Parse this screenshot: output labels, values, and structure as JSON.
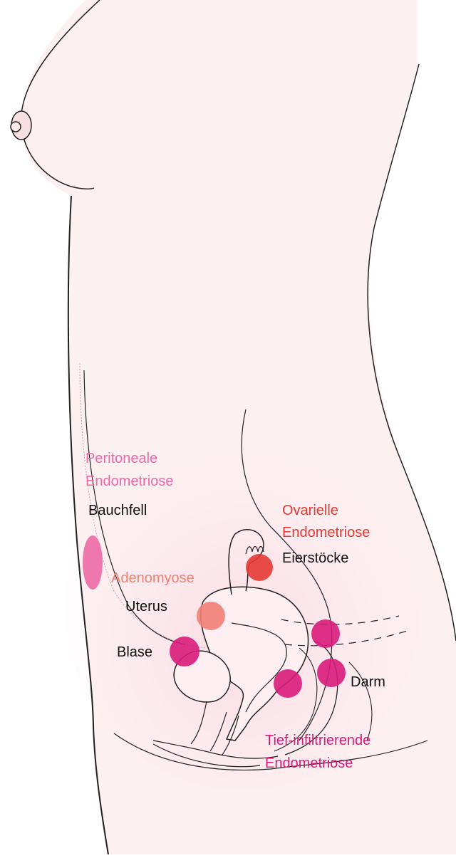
{
  "labels": {
    "peritoneal_1": "Peritoneale",
    "peritoneal_2": "Endometriose",
    "peritoneal_organ": "Bauchfell",
    "ovarian_1": "Ovarielle",
    "ovarian_2": "Endometriose",
    "ovarian_organ": "Eierstöcke",
    "adenomyosis": "Adenomyose",
    "uterus": "Uterus",
    "bladder": "Blase",
    "bowel": "Darm",
    "deep_1": "Tief-infiltrierende",
    "deep_2": "Endometriose"
  },
  "colors": {
    "peritoneal": "#ec6aa6",
    "ovarian": "#e53935",
    "adenomyosis": "#f07f74",
    "deep": "#d81b7a",
    "skin": "#fdf0f1",
    "outline": "#222222"
  }
}
